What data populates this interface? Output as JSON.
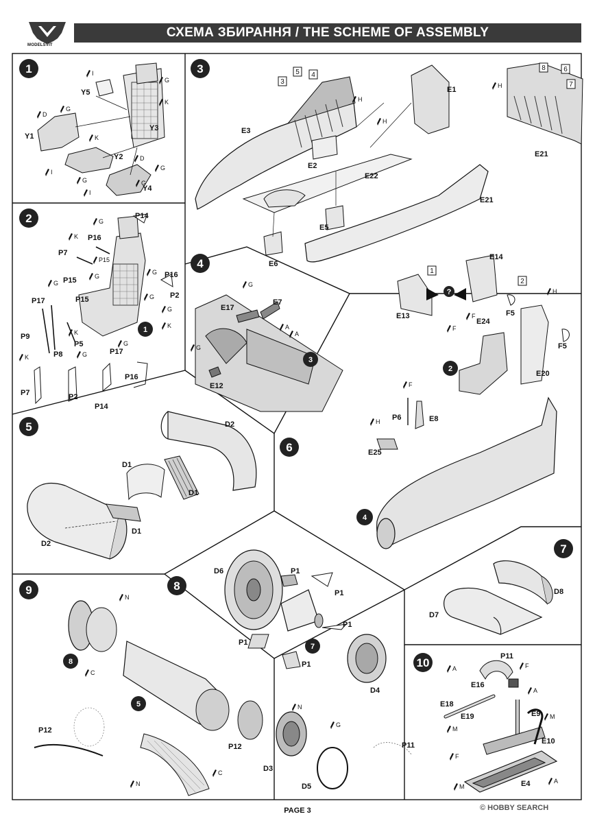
{
  "header": {
    "logo_text": "MODELSVIT",
    "title": "СХЕМА ЗБИРАННЯ / THE SCHEME OF ASSEMBLY"
  },
  "steps": [
    {
      "number": "1",
      "parts": [
        "Y5",
        "Y3",
        "Y1",
        "Y2",
        "Y4"
      ],
      "paints": [
        "I",
        "G",
        "D",
        "G",
        "K",
        "K",
        "I",
        "G",
        "D",
        "G",
        "I",
        "G"
      ]
    },
    {
      "number": "2",
      "parts": [
        "P14",
        "P16",
        "P7",
        "P15",
        "P16",
        "P15",
        "P2",
        "P17",
        "P9",
        "P8",
        "P5",
        "P17",
        "P16",
        "P7",
        "P2",
        "P14"
      ],
      "paints": [
        "G",
        "K",
        "G",
        "G",
        "G",
        "G",
        "G",
        "G",
        "K",
        "G",
        "G",
        "K",
        "K"
      ]
    },
    {
      "number": "3",
      "parts": [
        "E1",
        "E3",
        "E2",
        "E22",
        "E5",
        "E6",
        "E21",
        "E21"
      ],
      "boxes": [
        "3",
        "5",
        "4",
        "8",
        "6",
        "7"
      ],
      "paints": [
        "H",
        "H",
        "H"
      ]
    },
    {
      "number": "4",
      "parts": [
        "E17",
        "E7",
        "E12"
      ],
      "paints": [
        "G",
        "A",
        "A",
        "G"
      ]
    },
    {
      "number": "5",
      "parts": [
        "D2",
        "D1",
        "D1",
        "D1",
        "D2"
      ]
    },
    {
      "number": "6",
      "parts": [
        "E14",
        "E13",
        "E24",
        "F5",
        "F5",
        "E20",
        "P6",
        "E8",
        "E25"
      ],
      "boxes": [
        "1",
        "2"
      ],
      "paints": [
        "F",
        "F",
        "H",
        "F",
        "H"
      ]
    },
    {
      "number": "7",
      "parts": [
        "D8",
        "D7"
      ]
    },
    {
      "number": "8",
      "parts": [
        "D6",
        "P1",
        "P1",
        "P1",
        "P1",
        "P1",
        "D4"
      ]
    },
    {
      "number": "9",
      "parts": [
        "P12",
        "P12",
        "D3",
        "D5"
      ],
      "paints": [
        "N",
        "C",
        "N",
        "G",
        "C",
        "N"
      ]
    },
    {
      "number": "10",
      "parts": [
        "P11",
        "E16",
        "E18",
        "E19",
        "E9",
        "E10",
        "E4",
        "P11"
      ],
      "paints": [
        "A",
        "F",
        "A",
        "M",
        "M",
        "F",
        "M",
        "A"
      ]
    }
  ],
  "footer": {
    "page_label": "PAGE 3",
    "watermark": "© HOBBY SEARCH"
  }
}
